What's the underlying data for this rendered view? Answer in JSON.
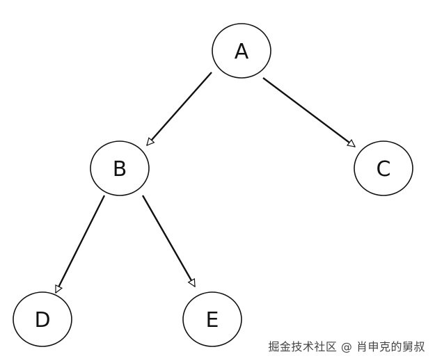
{
  "diagram": {
    "nodes": [
      {
        "id": "A",
        "label": "A"
      },
      {
        "id": "B",
        "label": "B"
      },
      {
        "id": "C",
        "label": "C"
      },
      {
        "id": "D",
        "label": "D"
      },
      {
        "id": "E",
        "label": "E"
      }
    ],
    "edges": [
      {
        "from": "A",
        "to": "B"
      },
      {
        "from": "A",
        "to": "C"
      },
      {
        "from": "B",
        "to": "D"
      },
      {
        "from": "B",
        "to": "E"
      }
    ]
  },
  "watermark": "掘金技术社区 @ 肖申克的舅叔",
  "colors": {
    "stroke": "#111111",
    "fill": "#ffffff",
    "arrow_head": "#ffffff"
  }
}
